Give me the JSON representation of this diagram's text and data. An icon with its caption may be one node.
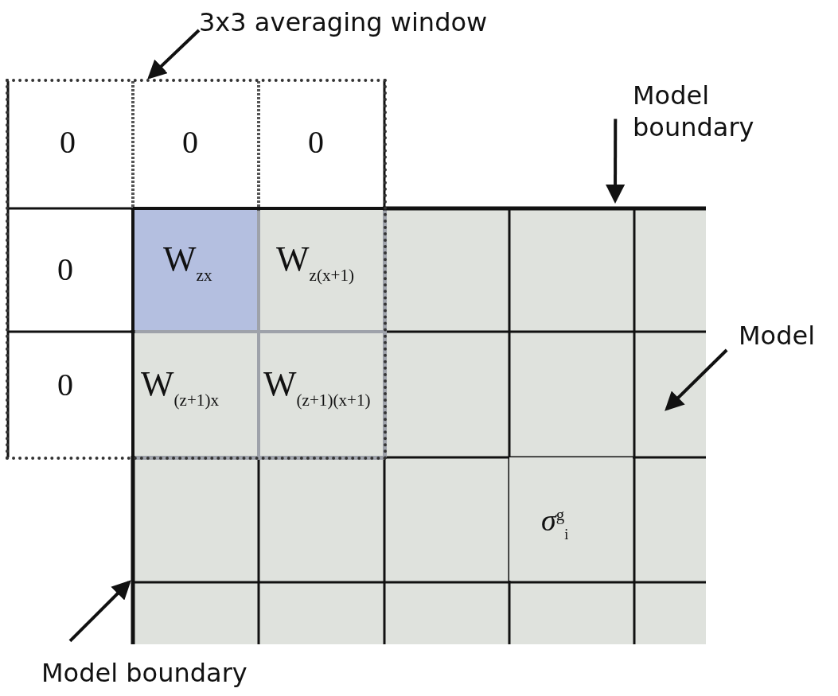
{
  "diagram": {
    "nodes": [
      {
        "text": [
          "3x3 averaging window"
        ]
      },
      {
        "text": [],
        "shape": "box"
      },
      {
        "text": [
          "0"
        ],
        "in": 1
      },
      {
        "text": [
          "0"
        ],
        "in": 1
      },
      {
        "text": [
          "0"
        ],
        "in": 1
      },
      {
        "text": [
          "Model boundary"
        ]
      },
      {
        "text": [
          "0"
        ],
        "in": 1
      },
      {
        "text": [
          "W$_{zx}$"
        ],
        "in": 1
      },
      {
        "text": [
          "W$_{z(x+1)}$"
        ],
        "in": 1
      },
      {
        "text": [
          "Model"
        ]
      },
      {
        "text": [
          "0"
        ],
        "in": 1
      },
      {
        "text": [
          "W$_{(z+1)x}$"
        ],
        "in": 1
      },
      {
        "text": [
          "W$_{(z+1)(x+1)}$"
        ],
        "in": 1
      },
      {
        "text": [
          "*σ*$^{g}$$_{i}$"
        ]
      },
      {
        "text": [
          "Model boundary"
        ]
      }
    ],
    "edges": [
      {
        "from": 0,
        "to": 1,
        "arrow": "to"
      },
      {
        "from": 5,
        "to": null,
        "arrow": "to"
      },
      {
        "from": 9,
        "to": null,
        "arrow": "to"
      },
      {
        "from": 14,
        "to": null,
        "arrow": "to"
      }
    ]
  }
}
